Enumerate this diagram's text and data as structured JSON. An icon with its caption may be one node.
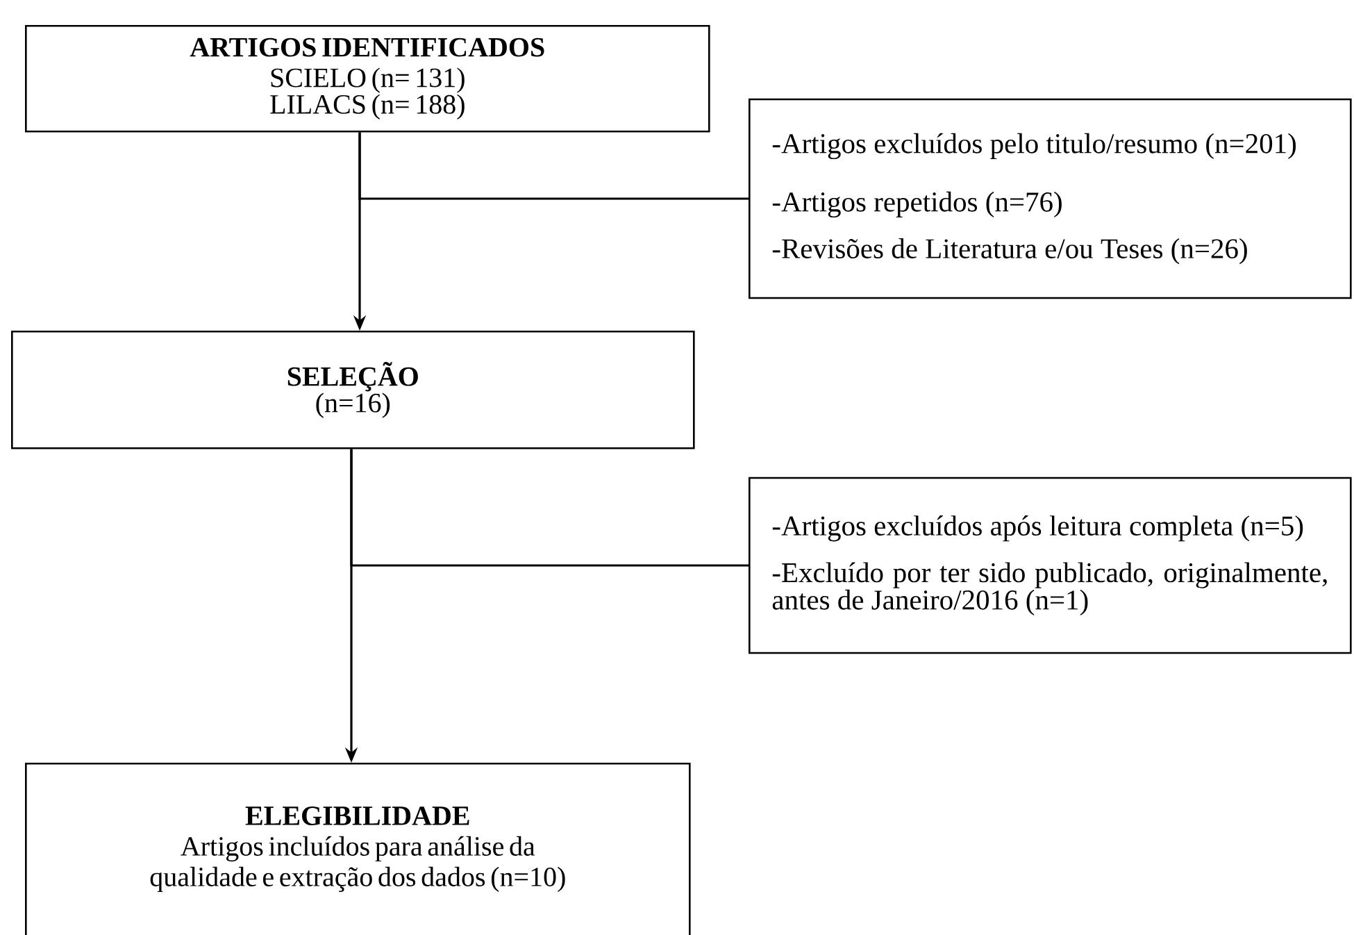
{
  "diagram": {
    "nodes": [
      {
        "text": [
          "ARTIGOS IDENTIFICADOS",
          "SCIELO (n= 131)",
          "LILACS (n= 188)"
        ]
      },
      {
        "text": [
          "-Artigos excluídos pelo titulo/resumo (n=201)",
          "-Artigos repetidos (n=76)",
          "-Revisões de Literatura e/ou Teses (n=26)"
        ]
      },
      {
        "text": [
          "SELEÇÃO",
          "(n=16)"
        ]
      },
      {
        "text": [
          "-Artigos excluídos após leitura completa (n=5)",
          "-Excluído por ter sido publicado, originalmente, antes de Janeiro/2016 (n=1)"
        ]
      },
      {
        "text": [
          "ELEGIBILIDADE",
          "Artigos incluídos para análise da qualidade e extração dos dados (n=10)"
        ]
      }
    ],
    "edges": [
      {
        "from": 0,
        "to": 2,
        "arrow": "to"
      },
      {
        "from": 0,
        "to": 1,
        "arrow": "none"
      },
      {
        "from": 2,
        "to": 4,
        "arrow": "to"
      },
      {
        "from": 2,
        "to": 3,
        "arrow": "none"
      }
    ]
  }
}
